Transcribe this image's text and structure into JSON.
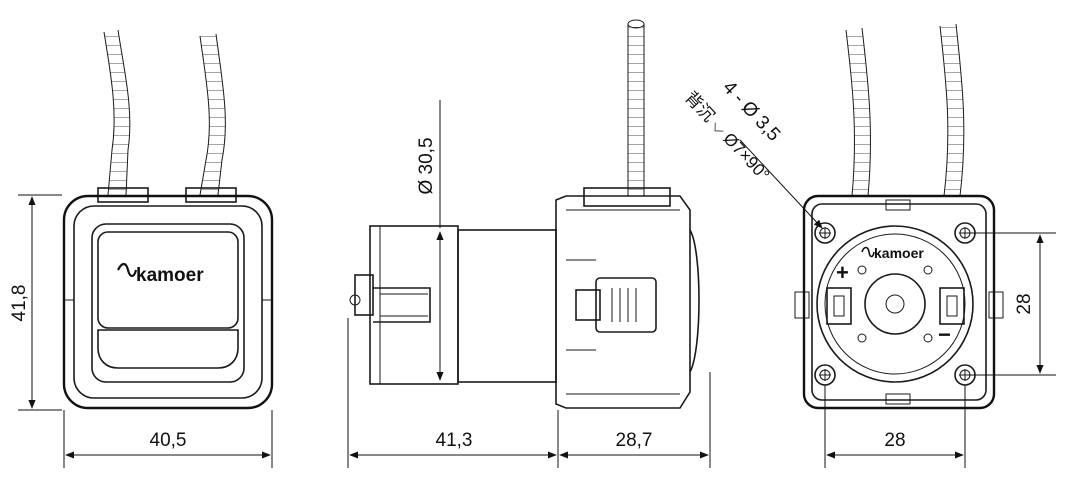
{
  "brand": "kamoer",
  "dimensions": {
    "front_height": "41,8",
    "front_width": "40,5",
    "motor_diameter": "Ø 30,5",
    "motor_length": "41,3",
    "head_length": "28,7",
    "back_width": "28",
    "back_height": "28"
  },
  "hole_callout": {
    "line1": "4 - Ø 3,5",
    "line2": "背沉 ⌵ Ø7×90°"
  },
  "polarity": {
    "plus": "+",
    "minus": "−"
  }
}
